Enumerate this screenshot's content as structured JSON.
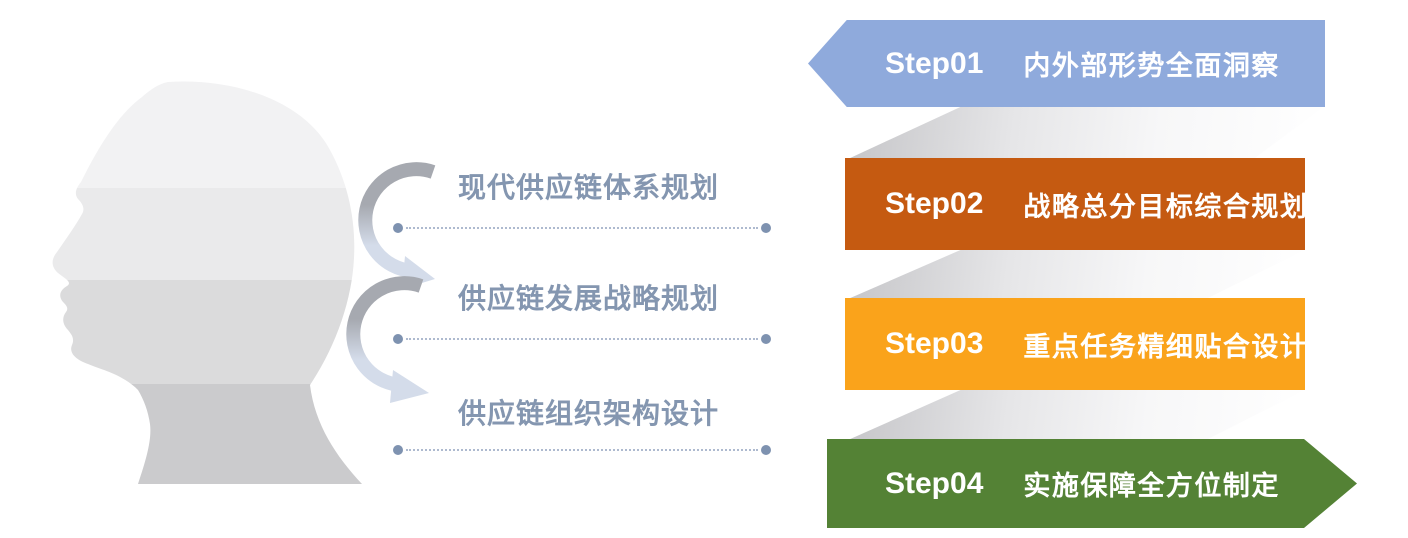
{
  "diagram": {
    "focus_labels": [
      {
        "text": "现代供应链体系规划"
      },
      {
        "text": "供应链发展战略规划"
      },
      {
        "text": "供应链组织架构设计"
      }
    ],
    "steps": [
      {
        "number": "Step01",
        "title": "内外部形势全面洞察",
        "color": "#8FAADC",
        "shape": "chevron-left"
      },
      {
        "number": "Step02",
        "title": "战略总分目标综合规划",
        "color": "#C55A11",
        "shape": "rectangle"
      },
      {
        "number": "Step03",
        "title": "重点任务精细贴合设计",
        "color": "#FAA31B",
        "shape": "rectangle"
      },
      {
        "number": "Step04",
        "title": "实施保障全方位制定",
        "color": "#548235",
        "shape": "chevron-right"
      }
    ],
    "colors": {
      "label_text": "#8496B0",
      "step_text": "#FFFFFF",
      "connector": "#AEBACF",
      "connector_dot": "#7E92B0",
      "arrow_dark": "#A6A9B0",
      "arrow_light": "#D4DCEA",
      "head_bands": [
        "#F2F2F3",
        "#EAEAEB",
        "#DBDBDC",
        "#CBCBCD"
      ]
    }
  }
}
